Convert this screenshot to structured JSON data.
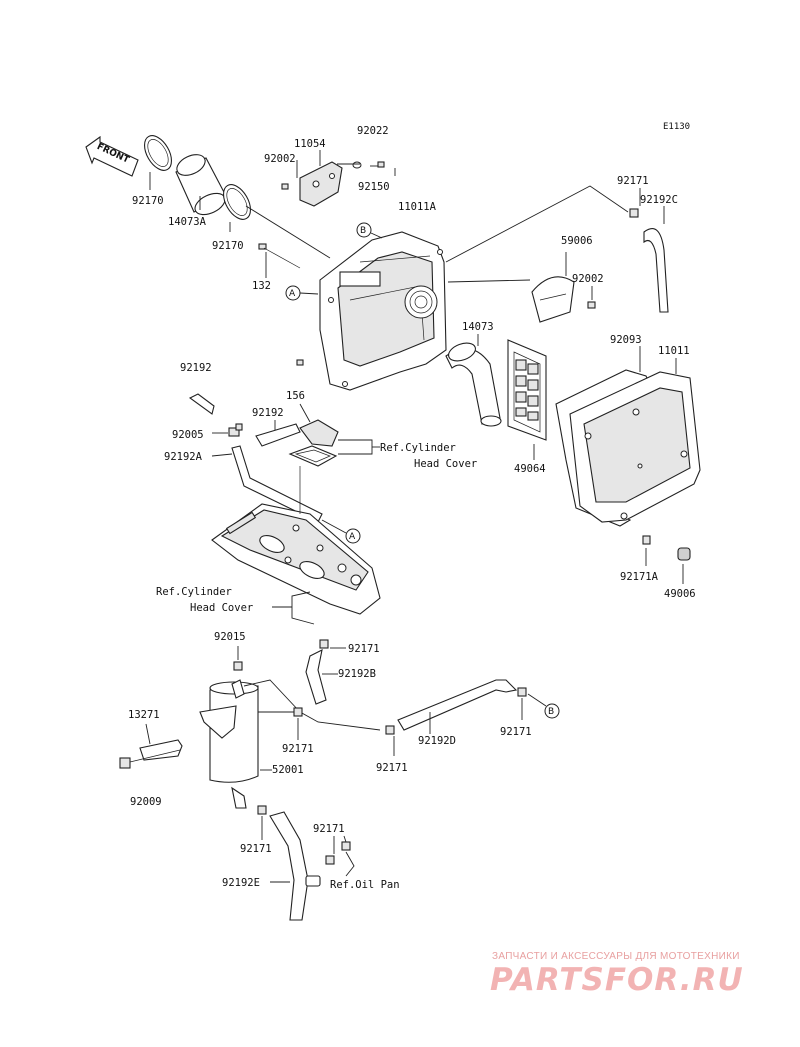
{
  "diagram_code": "E1130",
  "front_label": "FRONT",
  "parts": {
    "p92022": "92022",
    "p11054": "11054",
    "p92002_top": "92002",
    "p92150": "92150",
    "p11011A": "11011A",
    "p92170_a": "92170",
    "p14073A": "14073A",
    "p92170_b": "92170",
    "p132": "132",
    "p92171_tr": "92171",
    "p92192C": "92192C",
    "p59006": "59006",
    "p92002_mid": "92002",
    "p14073": "14073",
    "p92093": "92093",
    "p11011": "11011",
    "p92192_left": "92192",
    "p156": "156",
    "p92192_mid": "92192",
    "p92005": "92005",
    "p92192A": "92192A",
    "p49064": "49064",
    "p92171A": "92171A",
    "p49006": "49006",
    "p92171_b": "92171",
    "p92192B": "92192B",
    "p92015": "92015",
    "p13271": "13271",
    "p92171_c": "92171",
    "p52001": "52001",
    "p92192D": "92192D",
    "p92171_d": "92171",
    "p92171_e": "92171",
    "p92009": "92009",
    "p92171_f": "92171",
    "p92171_g": "92171",
    "p92192E": "92192E"
  },
  "references": {
    "cyl_cover_1a": "Ref.Cylinder",
    "cyl_cover_1b": "Head Cover",
    "cyl_cover_2a": "Ref.Cylinder",
    "cyl_cover_2b": "Head Cover",
    "oil_pan": "Ref.Oil Pan"
  },
  "callouts": {
    "A": "A",
    "B": "B"
  },
  "watermark": {
    "tagline": "ЗАПЧАСТИ И АКСЕССУАРЫ ДЛЯ МОТОТЕХНИКИ",
    "brand": "PARTSFOR.RU"
  }
}
